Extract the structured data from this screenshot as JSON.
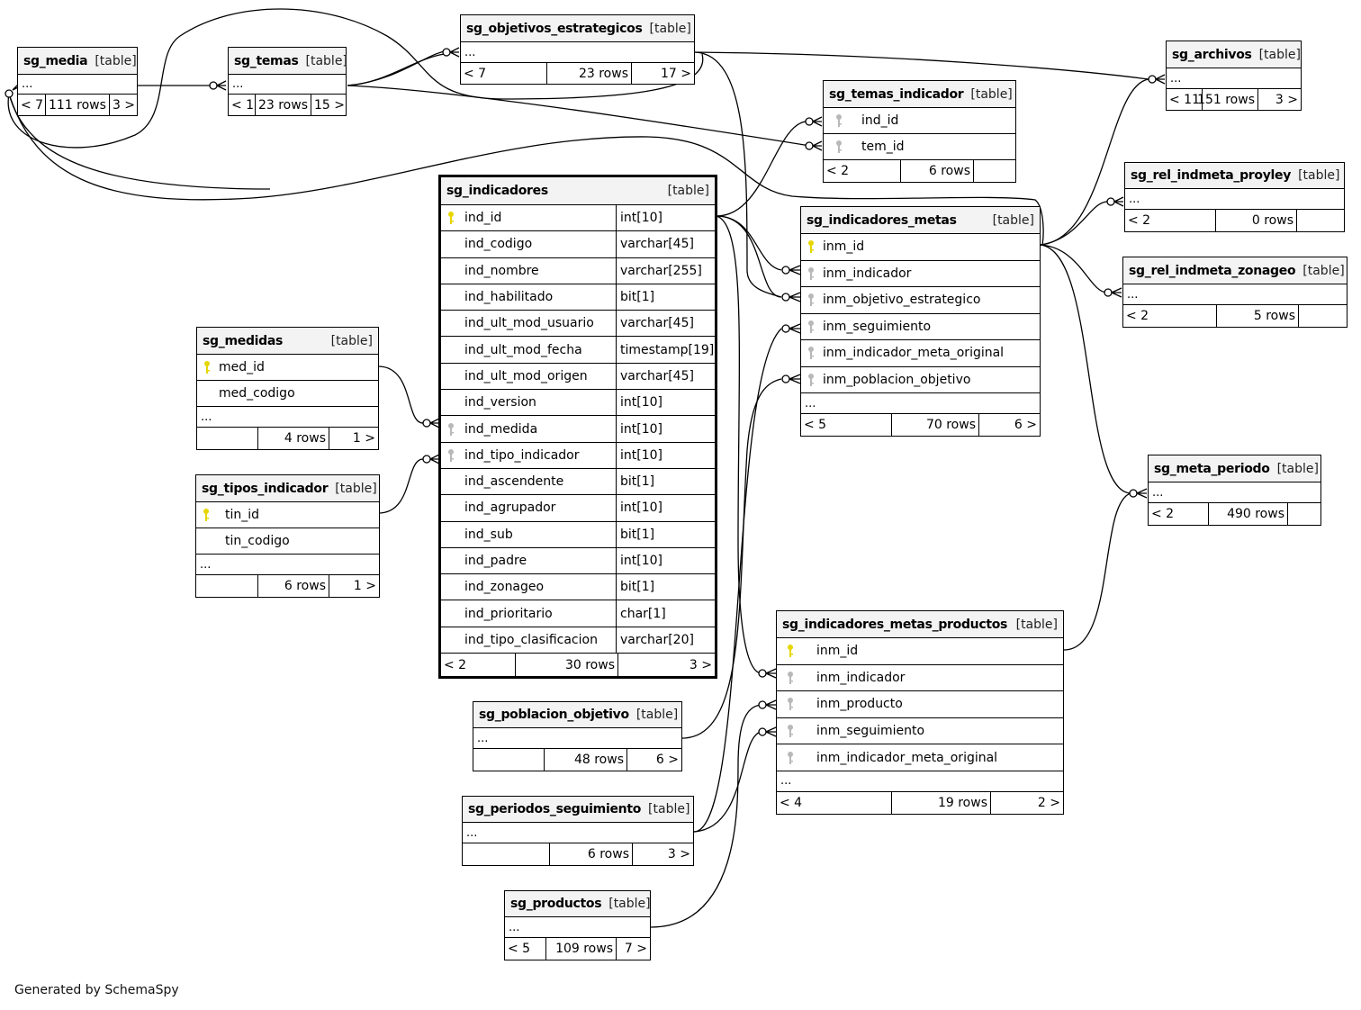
{
  "footer_text": "Generated by SchemaSpy",
  "type_label": "[table]",
  "ellipsis": "...",
  "colors": {
    "primary_key": "#e6d600",
    "foreign_key": "#b8b8b8",
    "header_bg": "#f3f3f3"
  },
  "tables": {
    "sg_media": {
      "name": "sg_media",
      "parents": "< 7",
      "rows": "111 rows",
      "children": "3 >"
    },
    "sg_temas": {
      "name": "sg_temas",
      "parents": "< 1",
      "rows": "23 rows",
      "children": "15 >"
    },
    "sg_objetivos_estrategicos": {
      "name": "sg_objetivos_estrategicos",
      "parents": "< 7",
      "rows": "23 rows",
      "children": "17 >"
    },
    "sg_archivos": {
      "name": "sg_archivos",
      "parents": "< 11",
      "rows": "151 rows",
      "children": "3 >"
    },
    "sg_temas_indicador": {
      "name": "sg_temas_indicador",
      "columns": [
        {
          "name": "ind_id",
          "key": "fk"
        },
        {
          "name": "tem_id",
          "key": "fk"
        }
      ],
      "parents": "< 2",
      "rows": "6 rows",
      "children": ""
    },
    "sg_rel_indmeta_proyley": {
      "name": "sg_rel_indmeta_proyley",
      "parents": "< 2",
      "rows": "0 rows",
      "children": ""
    },
    "sg_rel_indmeta_zonageo": {
      "name": "sg_rel_indmeta_zonageo",
      "parents": "< 2",
      "rows": "5 rows",
      "children": ""
    },
    "sg_indicadores": {
      "name": "sg_indicadores",
      "columns": [
        {
          "name": "ind_id",
          "type": "int[10]",
          "key": "pk"
        },
        {
          "name": "ind_codigo",
          "type": "varchar[45]",
          "key": ""
        },
        {
          "name": "ind_nombre",
          "type": "varchar[255]",
          "key": ""
        },
        {
          "name": "ind_habilitado",
          "type": "bit[1]",
          "key": ""
        },
        {
          "name": "ind_ult_mod_usuario",
          "type": "varchar[45]",
          "key": ""
        },
        {
          "name": "ind_ult_mod_fecha",
          "type": "timestamp[19]",
          "key": ""
        },
        {
          "name": "ind_ult_mod_origen",
          "type": "varchar[45]",
          "key": ""
        },
        {
          "name": "ind_version",
          "type": "int[10]",
          "key": ""
        },
        {
          "name": "ind_medida",
          "type": "int[10]",
          "key": "fk"
        },
        {
          "name": "ind_tipo_indicador",
          "type": "int[10]",
          "key": "fk"
        },
        {
          "name": "ind_ascendente",
          "type": "bit[1]",
          "key": ""
        },
        {
          "name": "ind_agrupador",
          "type": "int[10]",
          "key": ""
        },
        {
          "name": "ind_sub",
          "type": "bit[1]",
          "key": ""
        },
        {
          "name": "ind_padre",
          "type": "int[10]",
          "key": ""
        },
        {
          "name": "ind_zonageo",
          "type": "bit[1]",
          "key": ""
        },
        {
          "name": "ind_prioritario",
          "type": "char[1]",
          "key": ""
        },
        {
          "name": "ind_tipo_clasificacion",
          "type": "varchar[20]",
          "key": ""
        }
      ],
      "parents": "< 2",
      "rows": "30 rows",
      "children": "3 >"
    },
    "sg_indicadores_metas": {
      "name": "sg_indicadores_metas",
      "columns": [
        {
          "name": "inm_id",
          "key": "pk"
        },
        {
          "name": "inm_indicador",
          "key": "fk"
        },
        {
          "name": "inm_objetivo_estrategico",
          "key": "fk"
        },
        {
          "name": "inm_seguimiento",
          "key": "fk"
        },
        {
          "name": "inm_indicador_meta_original",
          "key": "fk"
        },
        {
          "name": "inm_poblacion_objetivo",
          "key": "fk"
        }
      ],
      "parents": "< 5",
      "rows": "70 rows",
      "children": "6 >"
    },
    "sg_medidas": {
      "name": "sg_medidas",
      "columns": [
        {
          "name": "med_id",
          "key": "pk"
        },
        {
          "name": "med_codigo",
          "key": ""
        }
      ],
      "parents": "",
      "rows": "4 rows",
      "children": "1 >"
    },
    "sg_tipos_indicador": {
      "name": "sg_tipos_indicador",
      "columns": [
        {
          "name": "tin_id",
          "key": "pk"
        },
        {
          "name": "tin_codigo",
          "key": ""
        }
      ],
      "parents": "",
      "rows": "6 rows",
      "children": "1 >"
    },
    "sg_meta_periodo": {
      "name": "sg_meta_periodo",
      "parents": "< 2",
      "rows": "490 rows",
      "children": ""
    },
    "sg_indicadores_metas_productos": {
      "name": "sg_indicadores_metas_productos",
      "columns": [
        {
          "name": "inm_id",
          "key": "pk"
        },
        {
          "name": "inm_indicador",
          "key": "fk"
        },
        {
          "name": "inm_producto",
          "key": "fk"
        },
        {
          "name": "inm_seguimiento",
          "key": "fk"
        },
        {
          "name": "inm_indicador_meta_original",
          "key": "fk"
        }
      ],
      "parents": "< 4",
      "rows": "19 rows",
      "children": "2 >"
    },
    "sg_poblacion_objetivo": {
      "name": "sg_poblacion_objetivo",
      "parents": "",
      "rows": "48 rows",
      "children": "6 >"
    },
    "sg_periodos_seguimiento": {
      "name": "sg_periodos_seguimiento",
      "parents": "",
      "rows": "6 rows",
      "children": "3 >"
    },
    "sg_productos": {
      "name": "sg_productos",
      "parents": "< 5",
      "rows": "109 rows",
      "children": "7 >"
    }
  }
}
